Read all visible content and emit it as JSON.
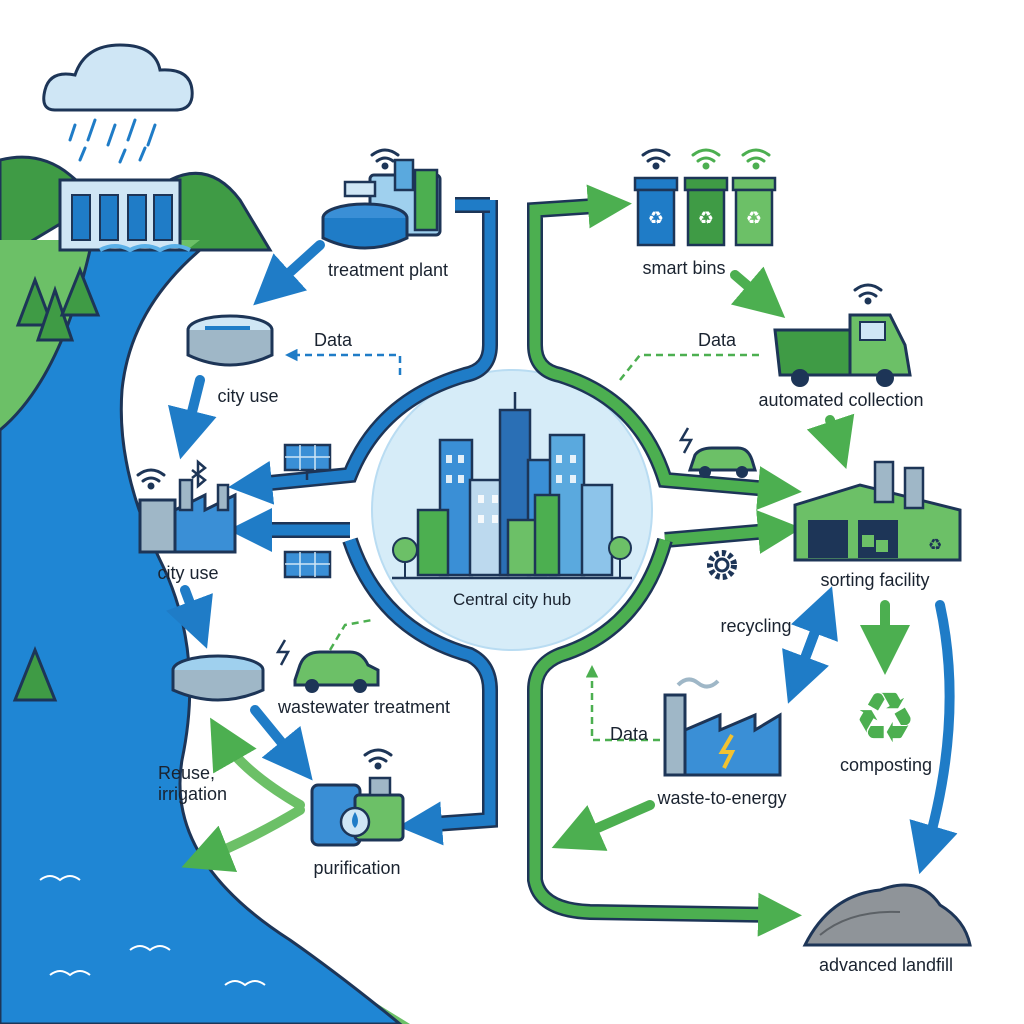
{
  "colors": {
    "water_blue": "#1f7cc7",
    "deep_blue": "#1565b0",
    "green": "#4caf50",
    "dark_green": "#2e7d32",
    "light_green": "#7cc36b",
    "hub_bg": "#d6ecf8",
    "outline": "#1d3557"
  },
  "labels": {
    "treatment_plant": "treatment plant",
    "city_use_top": "city use",
    "city_use_bottom": "city use",
    "wastewater_treatment": "wastewater treatment",
    "reuse_irrigation_line1": "Reuse,",
    "reuse_irrigation_line2": "irrigation",
    "purification": "purification",
    "data_left": "Data",
    "central_hub": "Central city hub",
    "smart_bins": "smart bins",
    "data_right": "Data",
    "automated_collection": "automated collection",
    "sorting_facility": "sorting facility",
    "recycling": "recycling",
    "data_bottom": "Data",
    "composting": "composting",
    "waste_to_energy": "waste-to-energy",
    "advanced_landfill": "advanced landfill"
  },
  "icons": [
    "rain-cloud-icon",
    "dam-icon",
    "pine-tree-icon",
    "treatment-tank-icon",
    "wifi-icon",
    "solar-panel-icon",
    "factory-icon",
    "bluetooth-icon",
    "electric-car-icon",
    "lightning-icon",
    "water-drop-icon",
    "recycle-bin-icon",
    "garbage-truck-icon",
    "gear-icon",
    "recycle-icon",
    "landfill-mound-icon"
  ]
}
